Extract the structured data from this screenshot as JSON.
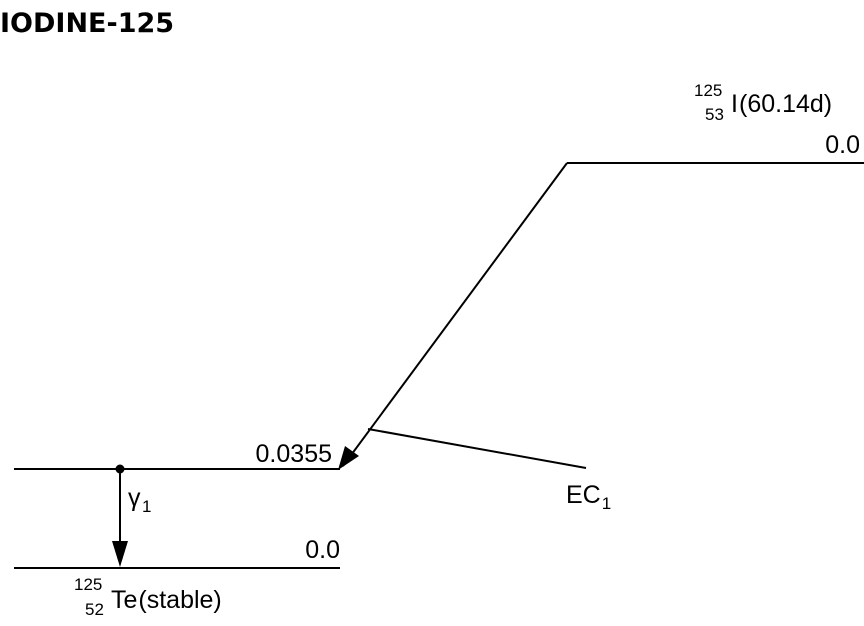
{
  "title": "IODINE-125",
  "parent": {
    "mass_number": "125",
    "atomic_number": "53",
    "symbol": "I",
    "half_life": "(60.14d)",
    "level_energy": "0.0"
  },
  "daughter": {
    "mass_number": "125",
    "atomic_number": "52",
    "symbol": "Te",
    "half_life": "(stable)",
    "levels": [
      {
        "energy": "0.0355"
      },
      {
        "energy": "0.0"
      }
    ]
  },
  "decays": [
    {
      "mode": "EC",
      "index": "1"
    }
  ],
  "transitions": [
    {
      "type": "γ",
      "index": "1"
    }
  ]
}
